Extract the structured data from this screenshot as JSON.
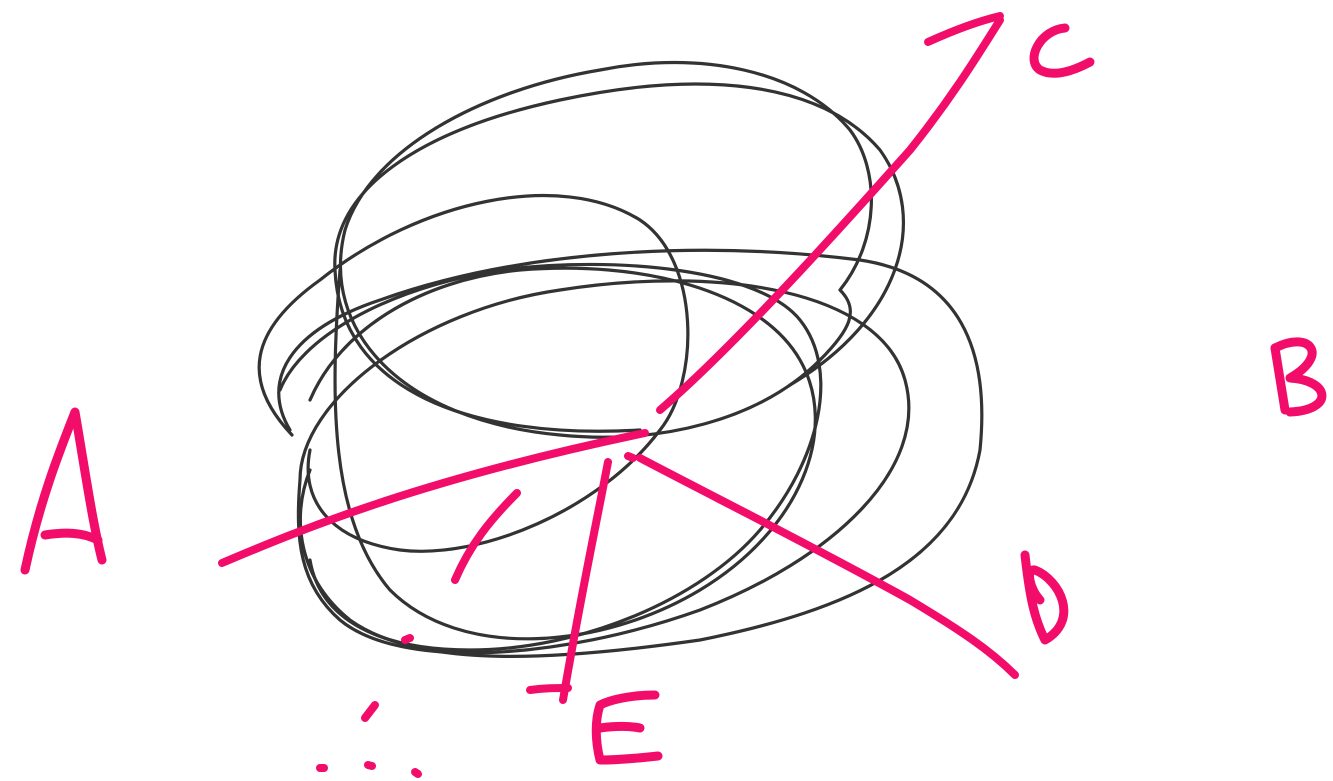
{
  "colors": {
    "scribble": "#333333",
    "accent": "#f20d6b",
    "background": "#ffffff"
  },
  "labels": {
    "a": "A",
    "b": "B",
    "c": "C",
    "d": "D",
    "e": "E"
  }
}
